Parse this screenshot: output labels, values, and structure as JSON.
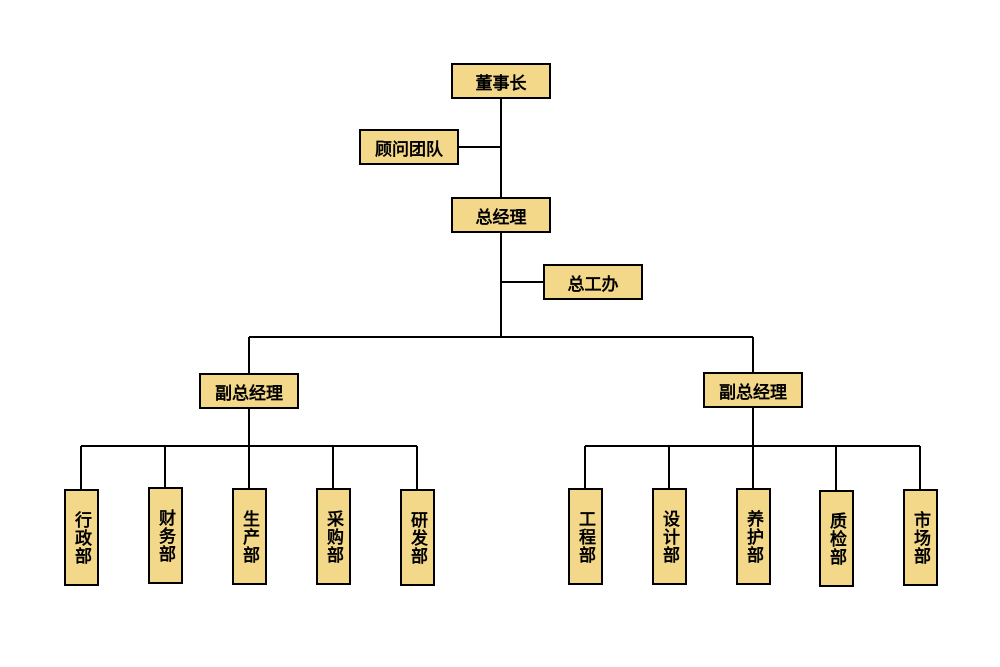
{
  "colors": {
    "box_fill": "#f4d889",
    "line": "#000000",
    "background": "#ffffff"
  },
  "top": {
    "chairman": "董事长",
    "advisors": "顾问团队",
    "general_manager": "总经理",
    "gm_office": "总工办"
  },
  "left_branch": {
    "deputy_gm": "副总经理",
    "departments": [
      "行政部",
      "财务部",
      "生产部",
      "采购部",
      "研发部"
    ]
  },
  "right_branch": {
    "deputy_gm": "副总经理",
    "departments": [
      "工程部",
      "设计部",
      "养护部",
      "质检部",
      "市场部"
    ]
  }
}
